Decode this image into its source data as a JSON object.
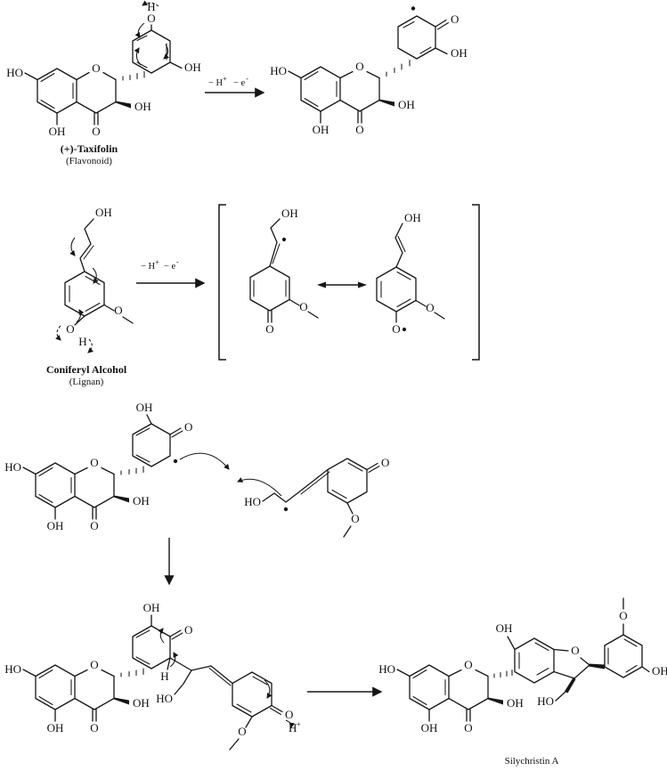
{
  "scheme": {
    "molecules": {
      "taxifolin": {
        "name": "(+)-Taxifolin",
        "class_label": "(Flavonoid)"
      },
      "coniferyl": {
        "name": "Coniferyl Alcohol",
        "class_label": "(Lignan)"
      },
      "silychristin": {
        "name": "Silychristin A"
      }
    },
    "conditions": {
      "minus_h": "− H",
      "minus_h_sup": "+",
      "minus_e": "− e",
      "minus_e_sup": "-"
    },
    "atoms": {
      "HO": "HO",
      "OH": "OH",
      "O": "O",
      "H": "H",
      "H_plus_base": "H",
      "H_plus_sup": "+"
    }
  }
}
